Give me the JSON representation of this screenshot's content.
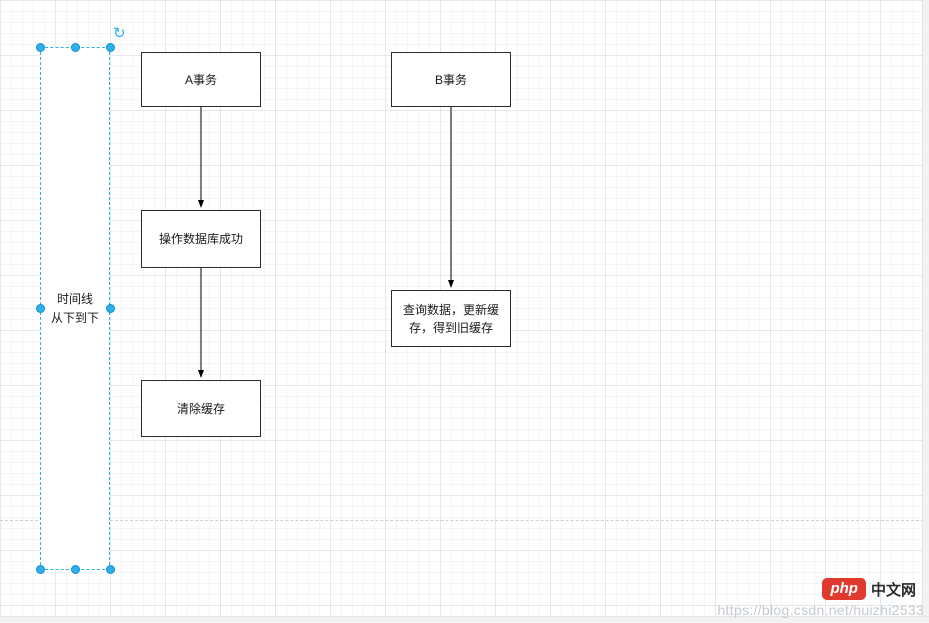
{
  "diagram": {
    "timeline": {
      "line1": "时间线",
      "line2": "从下到下"
    },
    "nodes": [
      {
        "id": "a-transaction",
        "label": "A事务"
      },
      {
        "id": "operate-db-success",
        "label": "操作数据库成功"
      },
      {
        "id": "clear-cache",
        "label": "清除缓存"
      },
      {
        "id": "b-transaction",
        "label": "B事务"
      },
      {
        "id": "query-update-cache",
        "label": "查询数据，更新缓存，得到旧缓存"
      }
    ]
  },
  "icons": {
    "rotate": "↻"
  },
  "watermark": {
    "logo_php": "php",
    "logo_suffix": "中文网",
    "url": "https://blog.csdn.net/huizhi2533"
  },
  "colors": {
    "selection": "#2fb0ea",
    "node_border": "#2b2b2b",
    "logo_red": "#e0392d"
  }
}
